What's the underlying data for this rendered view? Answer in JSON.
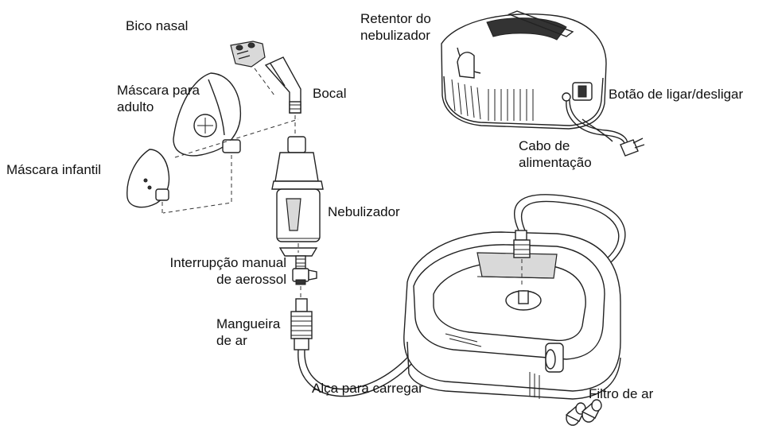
{
  "labels": {
    "bico_nasal": "Bico nasal",
    "mascara_adulto": [
      "Máscara para",
      "adulto"
    ],
    "mascara_infantil": "Máscara infantil",
    "bocal": "Bocal",
    "nebulizador": "Nebulizador",
    "interrupcao": [
      "Interrupção manual",
      "de aerossol"
    ],
    "mangueira": [
      "Mangueira",
      "de ar"
    ],
    "alca": "Alça para carregar",
    "filtro": "Filtro de ar",
    "retentor": [
      "Retentor do",
      "nebulizador"
    ],
    "botao": "Botão de ligar/desligar",
    "cabo": [
      "Cabo de",
      "alimentação"
    ]
  }
}
